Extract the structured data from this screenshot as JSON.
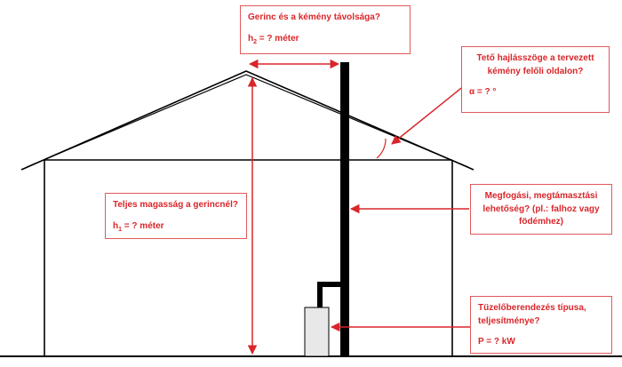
{
  "annotations": {
    "ridge_distance": {
      "title": "Gerinc és a kémény távolsága?",
      "formula_prefix": "h",
      "formula_subscript": "2",
      "formula_suffix": " = ? méter"
    },
    "roof_angle": {
      "title": "Tető hajlásszöge a tervezett kémény felőli oldalon?",
      "formula": "α = ? °"
    },
    "total_height": {
      "title": "Teljes magasság a gerincnél?",
      "formula_prefix": "h",
      "formula_subscript": "1",
      "formula_suffix": " = ? méter"
    },
    "fixing": {
      "text": "Megfogási, megtámasztási lehetőség? (pl.: falhoz vagy födémhez)"
    },
    "heater": {
      "title": "Tüzelőberendezés típusa, teljesítménye?",
      "formula": "P = ? kW"
    }
  },
  "colors": {
    "outline": "#000000",
    "annotation": "#d9262a",
    "box_border": "#e05a5a",
    "appliance": "#e8e8e8"
  }
}
